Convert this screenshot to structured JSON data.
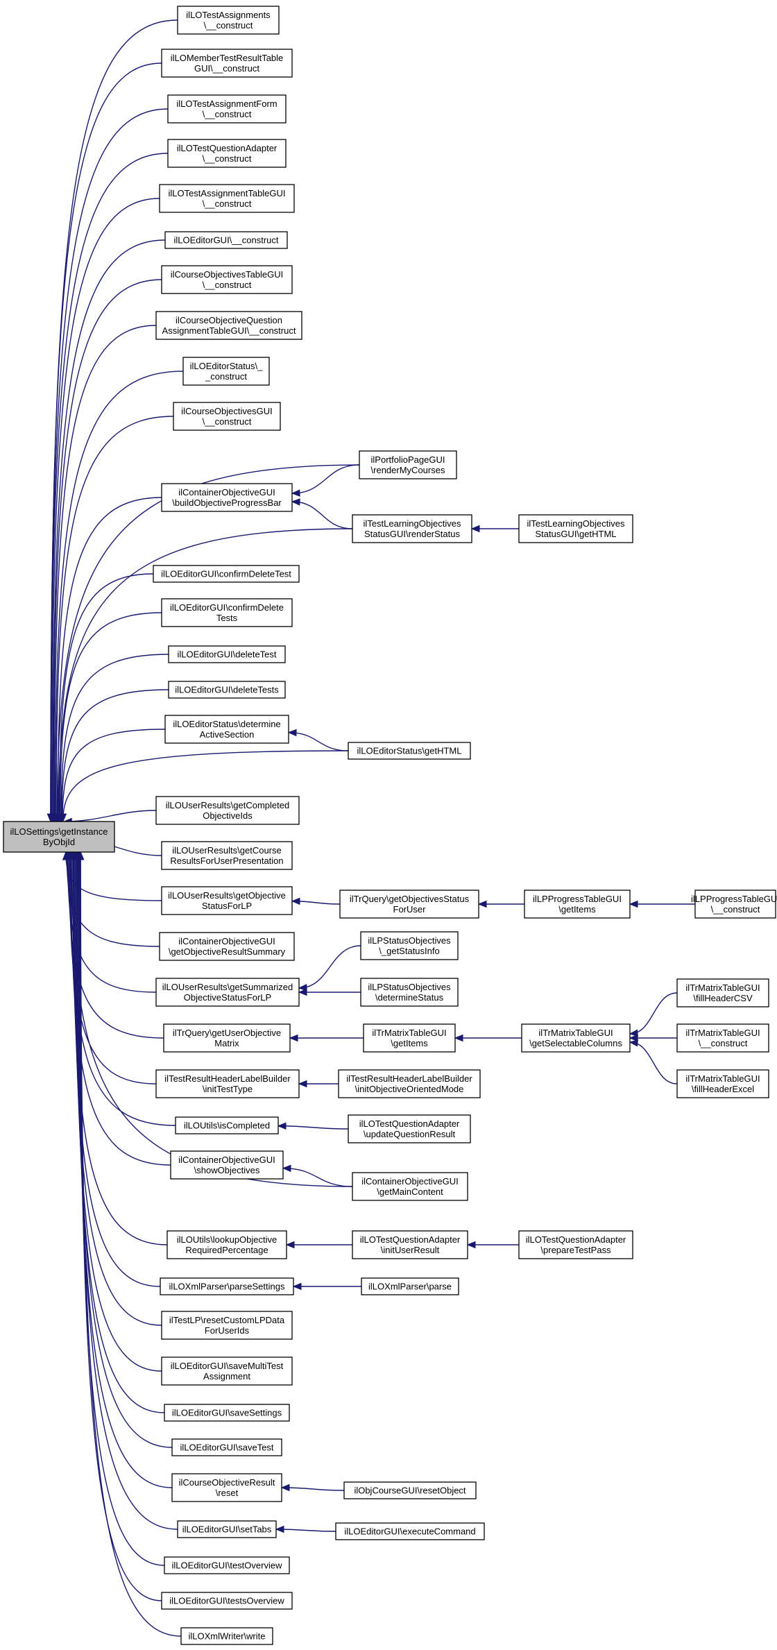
{
  "graph": {
    "root": {
      "id": "root",
      "lines": [
        "ilLOSettings\\getInstance",
        "ByObjId"
      ]
    },
    "callers": [
      {
        "id": "n1",
        "lines": [
          "ilLOTestAssignments",
          "\\__construct"
        ]
      },
      {
        "id": "n2",
        "lines": [
          "ilLOMemberTestResultTable",
          "GUI\\__construct"
        ]
      },
      {
        "id": "n3",
        "lines": [
          "ilLOTestAssignmentForm",
          "\\__construct"
        ]
      },
      {
        "id": "n4",
        "lines": [
          "ilLOTestQuestionAdapter",
          "\\__construct"
        ]
      },
      {
        "id": "n5",
        "lines": [
          "ilLOTestAssignmentTableGUI",
          "\\__construct"
        ]
      },
      {
        "id": "n6",
        "lines": [
          "ilLOEditorGUI\\__construct"
        ]
      },
      {
        "id": "n7",
        "lines": [
          "ilCourseObjectivesTableGUI",
          "\\__construct"
        ]
      },
      {
        "id": "n8",
        "lines": [
          "ilCourseObjectiveQuestion",
          "AssignmentTableGUI\\__construct"
        ]
      },
      {
        "id": "n9",
        "lines": [
          "ilLOEditorStatus\\_",
          "_construct"
        ]
      },
      {
        "id": "n10",
        "lines": [
          "ilCourseObjectivesGUI",
          "\\__construct"
        ]
      },
      {
        "id": "n11",
        "lines": [
          "ilContainerObjectiveGUI",
          "\\buildObjectiveProgressBar"
        ]
      },
      {
        "id": "n12",
        "lines": [
          "ilLOEditorGUI\\confirmDeleteTest"
        ]
      },
      {
        "id": "n13",
        "lines": [
          "ilLOEditorGUI\\confirmDelete",
          "Tests"
        ]
      },
      {
        "id": "n14",
        "lines": [
          "ilLOEditorGUI\\deleteTest"
        ]
      },
      {
        "id": "n15",
        "lines": [
          "ilLOEditorGUI\\deleteTests"
        ]
      },
      {
        "id": "n16",
        "lines": [
          "ilLOEditorStatus\\determine",
          "ActiveSection"
        ]
      },
      {
        "id": "n17",
        "lines": [
          "ilLOUserResults\\getCompleted",
          "ObjectiveIds"
        ]
      },
      {
        "id": "n18",
        "lines": [
          "ilLOUserResults\\getCourse",
          "ResultsForUserPresentation"
        ]
      },
      {
        "id": "n19",
        "lines": [
          "ilLOUserResults\\getObjective",
          "StatusForLP"
        ]
      },
      {
        "id": "n20",
        "lines": [
          "ilContainerObjectiveGUI",
          "\\getObjectiveResultSummary"
        ]
      },
      {
        "id": "n21",
        "lines": [
          "ilLOUserResults\\getSummarized",
          "ObjectiveStatusForLP"
        ]
      },
      {
        "id": "n22",
        "lines": [
          "ilTrQuery\\getUserObjective",
          "Matrix"
        ]
      },
      {
        "id": "n23",
        "lines": [
          "ilTestResultHeaderLabelBuilder",
          "\\initTestType"
        ]
      },
      {
        "id": "n24",
        "lines": [
          "ilLOUtils\\isCompleted"
        ]
      },
      {
        "id": "n25",
        "lines": [
          "ilContainerObjectiveGUI",
          "\\showObjectives"
        ]
      },
      {
        "id": "n26",
        "lines": [
          "ilLOUtils\\lookupObjective",
          "RequiredPercentage"
        ]
      },
      {
        "id": "n27",
        "lines": [
          "ilLOXmlParser\\parseSettings"
        ]
      },
      {
        "id": "n28",
        "lines": [
          "ilTestLP\\resetCustomLPData",
          "ForUserIds"
        ]
      },
      {
        "id": "n29",
        "lines": [
          "ilLOEditorGUI\\saveMultiTest",
          "Assignment"
        ]
      },
      {
        "id": "n30",
        "lines": [
          "ilLOEditorGUI\\saveSettings"
        ]
      },
      {
        "id": "n31",
        "lines": [
          "ilLOEditorGUI\\saveTest"
        ]
      },
      {
        "id": "n32",
        "lines": [
          "ilCourseObjectiveResult",
          "\\reset"
        ]
      },
      {
        "id": "n33",
        "lines": [
          "ilLOEditorGUI\\setTabs"
        ]
      },
      {
        "id": "n34",
        "lines": [
          "ilLOEditorGUI\\testOverview"
        ]
      },
      {
        "id": "n35",
        "lines": [
          "ilLOEditorGUI\\testsOverview"
        ]
      },
      {
        "id": "n36",
        "lines": [
          "ilLOXmlWriter\\write"
        ]
      }
    ],
    "level2": [
      {
        "id": "m1",
        "lines": [
          "ilPortfolioPageGUI",
          "\\renderMyCourses"
        ]
      },
      {
        "id": "m2",
        "lines": [
          "ilTestLearningObjectives",
          "StatusGUI\\renderStatus"
        ]
      },
      {
        "id": "m3",
        "lines": [
          "ilLOEditorStatus\\getHTML"
        ]
      },
      {
        "id": "m4",
        "lines": [
          "ilTrQuery\\getObjectivesStatus",
          "ForUser"
        ]
      },
      {
        "id": "m5",
        "lines": [
          "ilLPStatusObjectives",
          "\\_getStatusInfo"
        ]
      },
      {
        "id": "m6",
        "lines": [
          "ilLPStatusObjectives",
          "\\determineStatus"
        ]
      },
      {
        "id": "m7",
        "lines": [
          "ilTrMatrixTableGUI",
          "\\getItems"
        ]
      },
      {
        "id": "m8",
        "lines": [
          "ilTestResultHeaderLabelBuilder",
          "\\initObjectiveOrientedMode"
        ]
      },
      {
        "id": "m9",
        "lines": [
          "ilLOTestQuestionAdapter",
          "\\updateQuestionResult"
        ]
      },
      {
        "id": "m10",
        "lines": [
          "ilContainerObjectiveGUI",
          "\\getMainContent"
        ]
      },
      {
        "id": "m11",
        "lines": [
          "ilLOTestQuestionAdapter",
          "\\initUserResult"
        ]
      },
      {
        "id": "m12",
        "lines": [
          "ilLOXmlParser\\parse"
        ]
      },
      {
        "id": "m13",
        "lines": [
          "ilObjCourseGUI\\resetObject"
        ]
      },
      {
        "id": "m14",
        "lines": [
          "ilLOEditorGUI\\executeCommand"
        ]
      }
    ],
    "level3": [
      {
        "id": "p1",
        "lines": [
          "ilTestLearningObjectives",
          "StatusGUI\\getHTML"
        ]
      },
      {
        "id": "p2",
        "lines": [
          "ilLPProgressTableGUI",
          "\\getItems"
        ]
      },
      {
        "id": "p3",
        "lines": [
          "ilTrMatrixTableGUI",
          "\\getSelectableColumns"
        ]
      },
      {
        "id": "p4",
        "lines": [
          "ilLOTestQuestionAdapter",
          "\\prepareTestPass"
        ]
      }
    ],
    "level4": [
      {
        "id": "q1",
        "lines": [
          "ilLPProgressTableGUI",
          "\\__construct"
        ]
      },
      {
        "id": "q2",
        "lines": [
          "ilTrMatrixTableGUI",
          "\\fillHeaderCSV"
        ]
      },
      {
        "id": "q3",
        "lines": [
          "ilTrMatrixTableGUI",
          "\\__construct"
        ]
      },
      {
        "id": "q4",
        "lines": [
          "ilTrMatrixTableGUI",
          "\\fillHeaderExcel"
        ]
      }
    ],
    "edges": [
      [
        "n1",
        "root"
      ],
      [
        "n2",
        "root"
      ],
      [
        "n3",
        "root"
      ],
      [
        "n4",
        "root"
      ],
      [
        "n5",
        "root"
      ],
      [
        "n6",
        "root"
      ],
      [
        "n7",
        "root"
      ],
      [
        "n8",
        "root"
      ],
      [
        "n9",
        "root"
      ],
      [
        "n10",
        "root"
      ],
      [
        "n11",
        "root"
      ],
      [
        "n12",
        "root"
      ],
      [
        "n13",
        "root"
      ],
      [
        "n14",
        "root"
      ],
      [
        "n15",
        "root"
      ],
      [
        "n16",
        "root"
      ],
      [
        "n17",
        "root"
      ],
      [
        "n18",
        "root"
      ],
      [
        "n19",
        "root"
      ],
      [
        "n20",
        "root"
      ],
      [
        "n21",
        "root"
      ],
      [
        "n22",
        "root"
      ],
      [
        "n23",
        "root"
      ],
      [
        "n24",
        "root"
      ],
      [
        "n25",
        "root"
      ],
      [
        "n26",
        "root"
      ],
      [
        "n27",
        "root"
      ],
      [
        "n28",
        "root"
      ],
      [
        "n29",
        "root"
      ],
      [
        "n30",
        "root"
      ],
      [
        "n31",
        "root"
      ],
      [
        "n32",
        "root"
      ],
      [
        "n33",
        "root"
      ],
      [
        "n34",
        "root"
      ],
      [
        "n35",
        "root"
      ],
      [
        "n36",
        "root"
      ],
      [
        "m1",
        "root"
      ],
      [
        "m2",
        "root"
      ],
      [
        "m3",
        "root"
      ],
      [
        "m10",
        "root"
      ],
      [
        "m1",
        "n11"
      ],
      [
        "m2",
        "n11"
      ],
      [
        "p1",
        "m2"
      ],
      [
        "m3",
        "n16"
      ],
      [
        "m4",
        "n19"
      ],
      [
        "p2",
        "m4"
      ],
      [
        "q1",
        "p2"
      ],
      [
        "m5",
        "n21"
      ],
      [
        "m6",
        "n21"
      ],
      [
        "m7",
        "n22"
      ],
      [
        "p3",
        "m7"
      ],
      [
        "q2",
        "p3"
      ],
      [
        "q3",
        "p3"
      ],
      [
        "q4",
        "p3"
      ],
      [
        "m8",
        "n23"
      ],
      [
        "m9",
        "n24"
      ],
      [
        "m10",
        "n25"
      ],
      [
        "m11",
        "n26"
      ],
      [
        "p4",
        "m11"
      ],
      [
        "m12",
        "n27"
      ],
      [
        "m13",
        "n32"
      ],
      [
        "m14",
        "n33"
      ]
    ]
  }
}
